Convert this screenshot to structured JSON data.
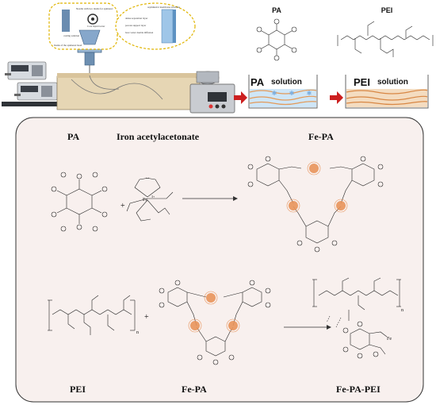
{
  "top": {
    "pa_heading": "PA",
    "pei_heading": "PEI",
    "pa_beaker_label": "PA",
    "pa_beaker_solution": "solution",
    "pei_beaker_label": "PEI",
    "pei_beaker_solution": "solution",
    "spinneret_callouts": [
      "Needle with two inside for spinneret",
      "Core liquid water",
      "casting solution",
      "Inside of the spinneret head"
    ],
    "membrane_callouts": [
      "asymmetric membrane structure",
      "dense separation layer",
      "porous support layer",
      "bore water double diffusion"
    ]
  },
  "panel": {
    "row1": {
      "pa_label": "PA",
      "iron_label": "Iron acetylacetonate",
      "fepa_label": "Fe-PA",
      "plus": "+",
      "fe_center": "Fe",
      "fe_charge": "3+"
    },
    "row2": {
      "pei_label": "PEI",
      "fepa_label": "Fe-PA",
      "product_label": "Fe-PA-PEI",
      "plus": "+",
      "subscript": "n"
    }
  },
  "colors": {
    "panel_bg": "#f8f0ee",
    "panel_border": "#333333",
    "arrow_red": "#cc1f1f",
    "fe_ball": "#e8935a",
    "solution_blue": "#cfe6f7",
    "solution_orange": "#f1cfa6",
    "tank": "#e6d6b4"
  }
}
